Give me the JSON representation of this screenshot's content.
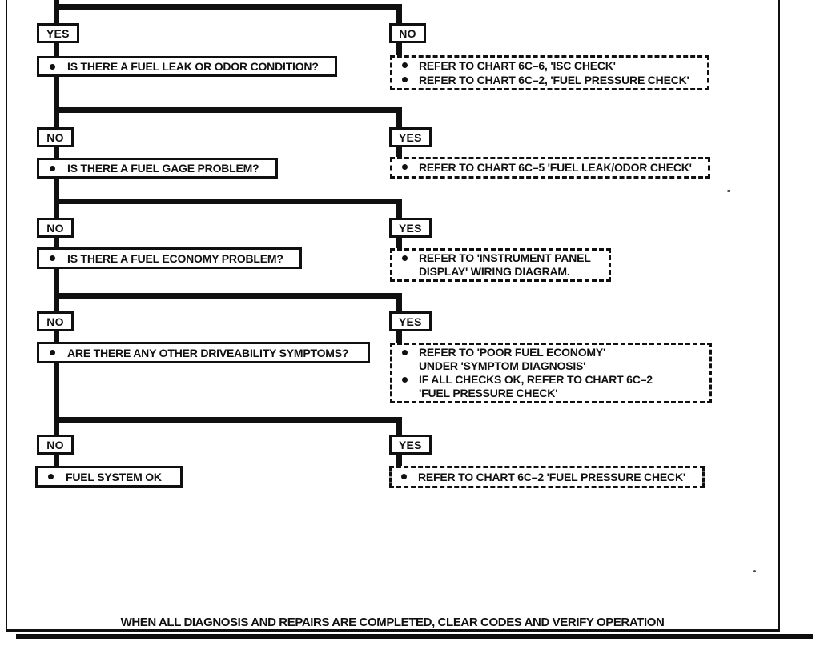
{
  "title": "Fuel system diagnosis flowchart (scanned service manual page)",
  "colors": {
    "ink": "#101010",
    "paper": "#ffffff"
  },
  "icons": {
    "bullet-icon": "● filled circle"
  },
  "rows": [
    {
      "left_label": "YES",
      "question": "IS THERE A FUEL LEAK OR ODOR CONDITION?",
      "right_label": "NO",
      "actions": [
        {
          "lines": [
            "REFER TO CHART 6C–6, 'ISC CHECK'"
          ]
        },
        {
          "lines": [
            "REFER TO CHART 6C–2, 'FUEL PRESSURE CHECK'"
          ]
        }
      ]
    },
    {
      "left_label": "NO",
      "question": "IS THERE A FUEL GAGE PROBLEM?",
      "right_label": "YES",
      "actions": [
        {
          "lines": [
            "REFER TO CHART 6C–5 'FUEL LEAK/ODOR CHECK'"
          ]
        }
      ]
    },
    {
      "left_label": "NO",
      "question": "IS THERE A FUEL ECONOMY PROBLEM?",
      "right_label": "YES",
      "actions": [
        {
          "lines": [
            "REFER TO 'INSTRUMENT PANEL",
            "DISPLAY' WIRING DIAGRAM."
          ]
        }
      ]
    },
    {
      "left_label": "NO",
      "question": "ARE THERE ANY OTHER DRIVEABILITY SYMPTOMS?",
      "right_label": "YES",
      "actions": [
        {
          "lines": [
            "REFER TO 'POOR FUEL ECONOMY'",
            "UNDER 'SYMPTOM DIAGNOSIS'"
          ]
        },
        {
          "lines": [
            "IF ALL CHECKS OK, REFER TO CHART 6C–2",
            "'FUEL PRESSURE CHECK'"
          ]
        }
      ]
    },
    {
      "left_label": "NO",
      "question": "FUEL SYSTEM OK",
      "right_label": "YES",
      "actions": [
        {
          "lines": [
            "REFER TO CHART 6C–2 'FUEL PRESSURE CHECK'"
          ]
        }
      ]
    }
  ],
  "footer": {
    "text": "WHEN ALL DIAGNOSIS AND REPAIRS ARE COMPLETED, CLEAR CODES AND VERIFY OPERATION"
  }
}
